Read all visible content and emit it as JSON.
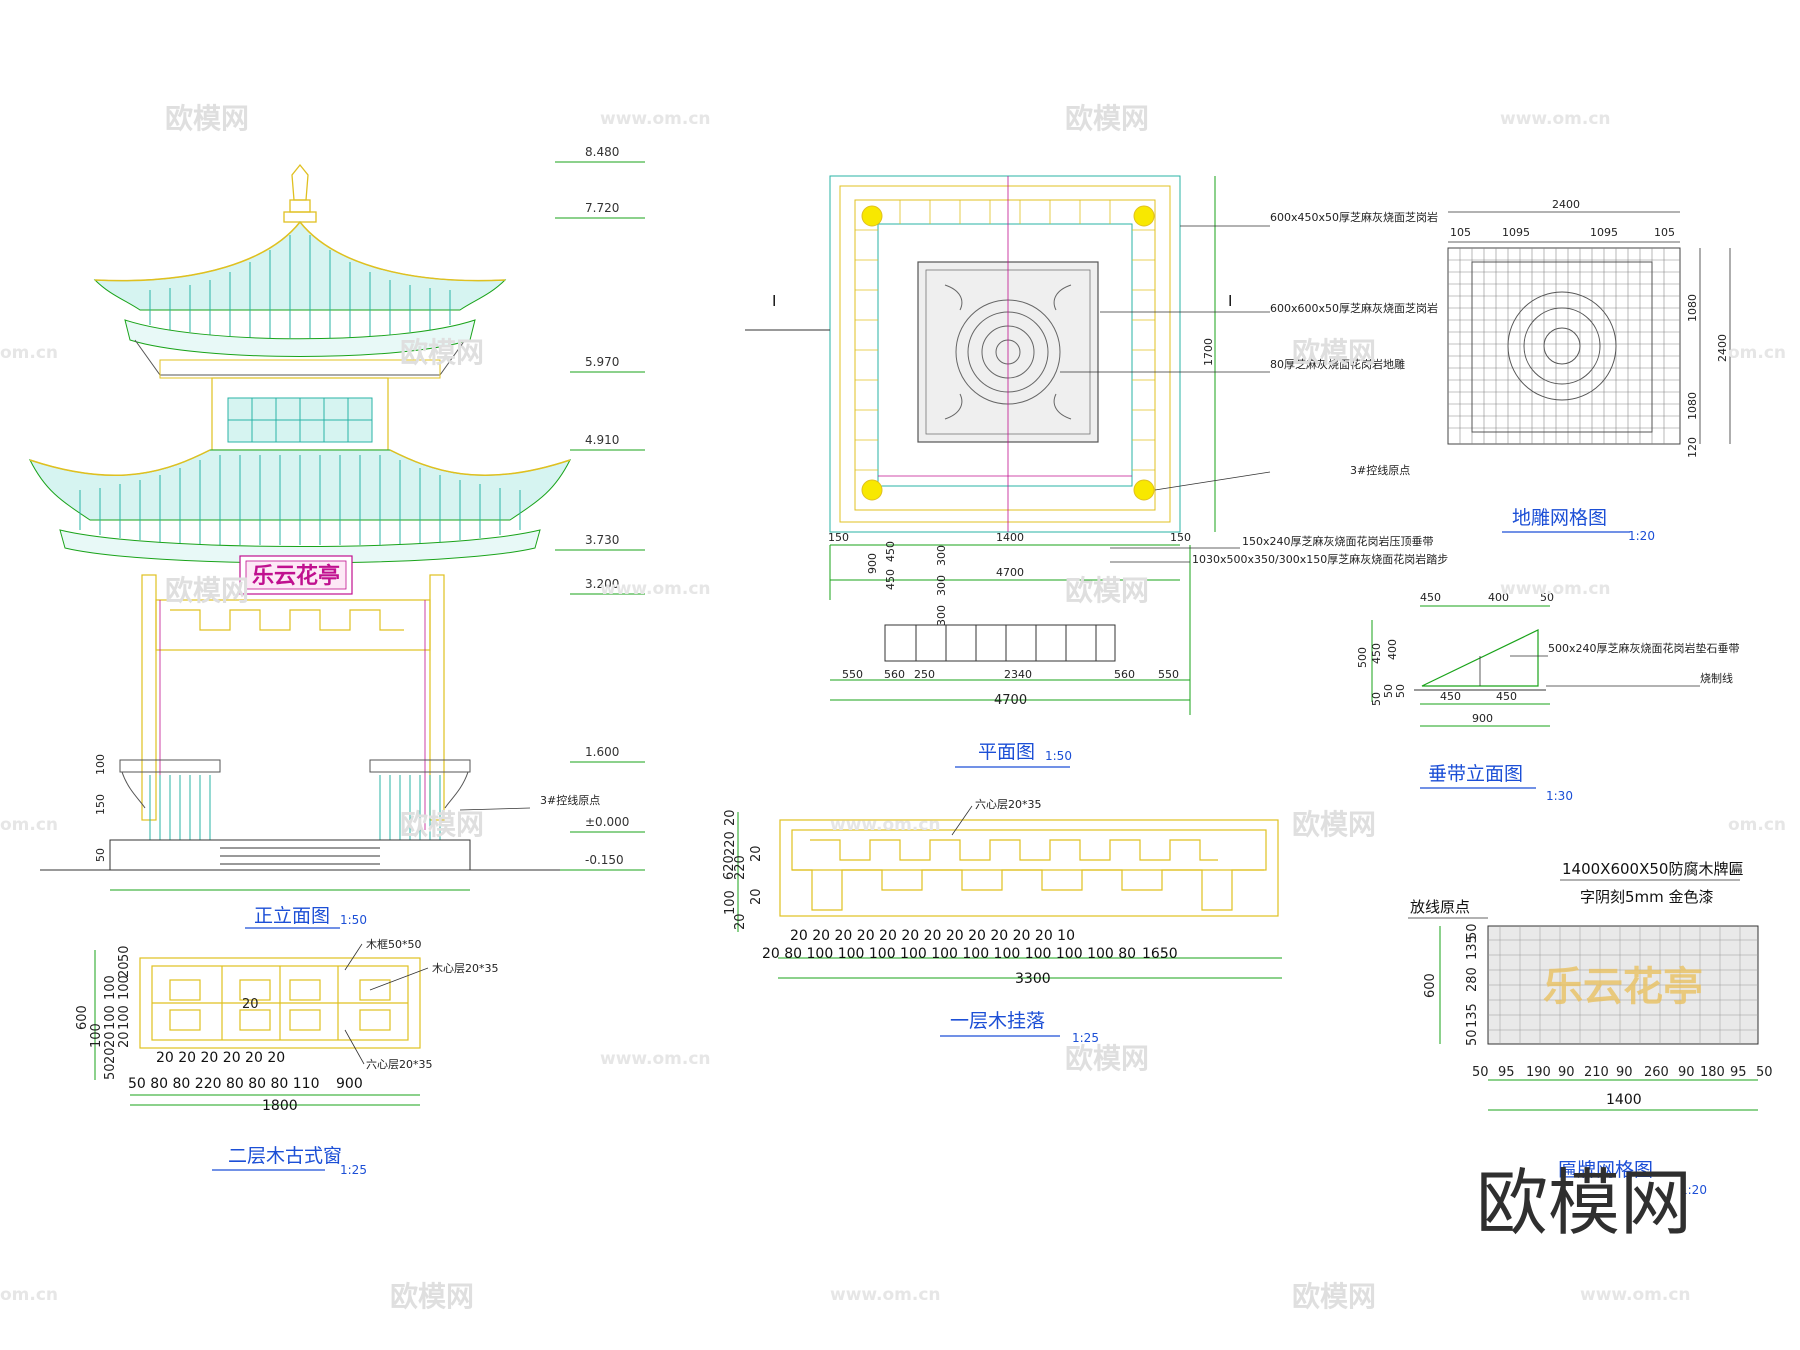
{
  "views": {
    "front_elevation": {
      "title": "正立面图",
      "scale": "1:50",
      "elevations": [
        "8.480",
        "7.720",
        "5.970",
        "4.910",
        "3.730",
        "3.200",
        "1.600",
        "±0.000",
        "-0.150"
      ],
      "plaque_text": "乐云花亭",
      "note": "3#控线原点",
      "side_dims": [
        "100",
        "150",
        "50"
      ]
    },
    "plan": {
      "title": "平面图",
      "scale": "1:50",
      "section_mark": "I",
      "notes": [
        "600x450x50厚芝麻灰烧面芝岗岩",
        "600x600x50厚芝麻灰烧面芝岗岩",
        "80厚芝麻灰烧面花岗岩地雕",
        "3#控线原点",
        "150x240厚芝麻灰烧面花岗岩压顶垂带",
        "1030x500x350/300x150厚芝麻灰烧面花岗岩踏步"
      ],
      "dims_top": [
        "150",
        "1400",
        "150"
      ],
      "dims_right": [
        "1700"
      ],
      "dims_left": [
        "900",
        "450",
        "450"
      ],
      "dims_mid": [
        "300",
        "300",
        "300"
      ],
      "dims_total": "4700",
      "dims_inner": "4700",
      "dims_bottom": [
        "550",
        "560",
        "250",
        "2340",
        "560",
        "550"
      ]
    },
    "floor_grid": {
      "title": "地雕网格图",
      "scale": "1:20",
      "dims_top_total": "2400",
      "dims_top": [
        "105",
        "1095",
        "1095",
        "105"
      ],
      "dims_right": [
        "1080",
        "1080",
        "120"
      ],
      "dims_right_total": "2400"
    },
    "hanging_rail": {
      "title": "一层木挂落",
      "scale": "1:25",
      "label": "六心层20*35",
      "dims_left": [
        "20",
        "220",
        "100",
        "220",
        "20"
      ],
      "dims_left_total": "620",
      "dims_right": [
        "20",
        "20"
      ],
      "dims_bottom_row1": "20 20 20 20 20 20 20 20 20 20 20 20 10",
      "dims_bottom_row2": "20 80 100 100 100 100 100 100 100 100 100 100 80",
      "dims_right_seg": "1650",
      "dims_total": "3300"
    },
    "window": {
      "title": "二层木古式窗",
      "scale": "1:25",
      "labels": [
        "木框50*50",
        "木心层20*35",
        "六心层20*35"
      ],
      "dims_left": [
        "50",
        "20",
        "100",
        "100",
        "100",
        "100",
        "20",
        "100",
        "20",
        "20",
        "50"
      ],
      "dims_left_total": "600",
      "dims_inner": "20",
      "dims_bottom_row1": "20 20 20 20 20 20",
      "dims_bottom_row2": "50 80 80 220 80 80 80 110",
      "dims_right_seg": "900",
      "dims_total": "1800"
    },
    "ridge": {
      "title": "垂带立面图",
      "scale": "1:30",
      "dims_top": [
        "450",
        "400",
        "50"
      ],
      "dims_left": [
        "500",
        "450",
        "400",
        "50",
        "50",
        "50"
      ],
      "dims_bottom": [
        "450",
        "450"
      ],
      "dims_total": "900",
      "notes": [
        "500x240厚芝麻灰烧面花岗岩垫石垂带",
        "烧制线"
      ]
    },
    "signboard": {
      "title": "匾牌网格图",
      "scale": "1:20",
      "heading": "1400X600X50防腐木牌匾",
      "subheading": "字阴刻5mm  金色漆",
      "origin": "放线原点",
      "text": "乐云花亭",
      "dims_left": [
        "50",
        "135",
        "280",
        "135",
        "50"
      ],
      "dims_left_total": "600",
      "dims_bottom": [
        "50",
        "95",
        "190",
        "90",
        "210",
        "90",
        "260",
        "90",
        "180",
        "95",
        "50"
      ],
      "dims_total": "1400"
    }
  },
  "watermarks": {
    "brand": "欧模网",
    "url": "www.om.cn",
    "url_short": "om.cn",
    "logo": "欧模网"
  }
}
